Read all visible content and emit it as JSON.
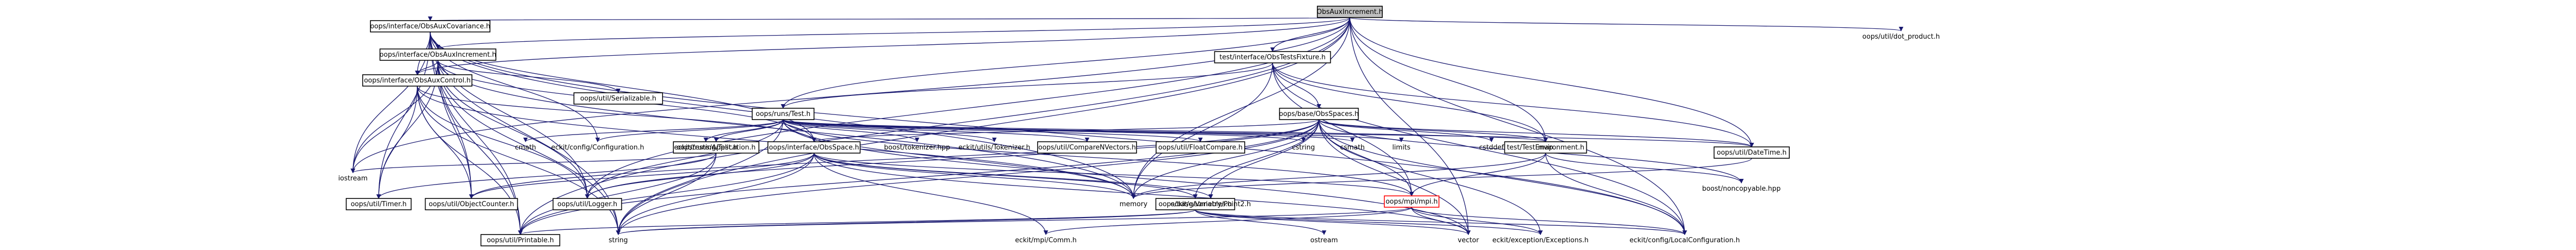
{
  "nodes": [
    {
      "id": "root",
      "label": "ObsAuxIncrement.h",
      "kind": "root"
    },
    {
      "id": "covar",
      "label": "oops/interface/ObsAuxCovariance.h",
      "kind": "box"
    },
    {
      "id": "incr",
      "label": "oops/interface/ObsAuxIncrement.h",
      "kind": "box"
    },
    {
      "id": "ctrl",
      "label": "oops/interface/ObsAuxControl.h",
      "kind": "box"
    },
    {
      "id": "fixture",
      "label": "test/interface/ObsTestsFixture.h",
      "kind": "box"
    },
    {
      "id": "runs_test",
      "label": "oops/runs/Test.h",
      "kind": "box"
    },
    {
      "id": "obsspaces",
      "label": "oops/base/ObsSpaces.h",
      "kind": "box"
    },
    {
      "id": "testenv",
      "label": "test/TestEnvironment.h",
      "kind": "box"
    },
    {
      "id": "app",
      "label": "oops/runs/Application.h",
      "kind": "box"
    },
    {
      "id": "obsspace",
      "label": "oops/interface/ObsSpace.h",
      "kind": "box"
    },
    {
      "id": "basevars",
      "label": "oops/base/Variables.h",
      "kind": "box"
    },
    {
      "id": "mpi",
      "label": "oops/mpi/mpi.h",
      "kind": "flagged"
    },
    {
      "id": "datetime",
      "label": "oops/util/DateTime.h",
      "kind": "box"
    },
    {
      "id": "dot_product",
      "label": "oops/util/dot_product.h",
      "kind": "plain"
    },
    {
      "id": "serializable",
      "label": "oops/util/Serializable.h",
      "kind": "box"
    },
    {
      "id": "cmath",
      "label": "cmath",
      "kind": "plain"
    },
    {
      "id": "config",
      "label": "eckit/config/Configuration.h",
      "kind": "plain"
    },
    {
      "id": "testing",
      "label": "eckit/testing/Test.h",
      "kind": "plain"
    },
    {
      "id": "tokenizer_hpp",
      "label": "boost/tokenizer.hpp",
      "kind": "plain"
    },
    {
      "id": "eckit_tokenizer",
      "label": "eckit/utils/Tokenizer.h",
      "kind": "plain"
    },
    {
      "id": "comparenvectors",
      "label": "oops/util/CompareNVectors.h",
      "kind": "box"
    },
    {
      "id": "floatcompare",
      "label": "oops/util/FloatCompare.h",
      "kind": "box"
    },
    {
      "id": "cstring",
      "label": "cstring",
      "kind": "plain"
    },
    {
      "id": "csmath",
      "label": "csmath",
      "kind": "plain"
    },
    {
      "id": "limits",
      "label": "limits",
      "kind": "plain"
    },
    {
      "id": "cstddef",
      "label": "cstddef",
      "kind": "plain"
    },
    {
      "id": "map",
      "label": "map",
      "kind": "plain"
    },
    {
      "id": "noncopyable",
      "label": "boost/noncopyable.hpp",
      "kind": "plain"
    },
    {
      "id": "iostream",
      "label": "iostream",
      "kind": "plain"
    },
    {
      "id": "timer",
      "label": "oops/util/Timer.h",
      "kind": "box"
    },
    {
      "id": "objcounter",
      "label": "oops/util/ObjectCounter.h",
      "kind": "box"
    },
    {
      "id": "logger",
      "label": "oops/util/Logger.h",
      "kind": "box"
    },
    {
      "id": "memory",
      "label": "memory",
      "kind": "plain"
    },
    {
      "id": "point2",
      "label": "eckit/geometry/Point2.h",
      "kind": "plain"
    },
    {
      "id": "printable",
      "label": "oops/util/Printable.h",
      "kind": "box"
    },
    {
      "id": "string",
      "label": "string",
      "kind": "plain"
    },
    {
      "id": "comm",
      "label": "eckit/mpi/Comm.h",
      "kind": "plain"
    },
    {
      "id": "ostream",
      "label": "ostream",
      "kind": "plain"
    },
    {
      "id": "vector",
      "label": "vector",
      "kind": "plain"
    },
    {
      "id": "exceptions",
      "label": "eckit/exception/Exceptions.h",
      "kind": "plain"
    },
    {
      "id": "localconfig",
      "label": "eckit/config/LocalConfiguration.h",
      "kind": "plain"
    }
  ],
  "edges": [
    [
      "root",
      "covar"
    ],
    [
      "root",
      "incr"
    ],
    [
      "root",
      "ctrl"
    ],
    [
      "root",
      "fixture"
    ],
    [
      "root",
      "runs_test"
    ],
    [
      "root",
      "datetime"
    ],
    [
      "root",
      "dot_product"
    ],
    [
      "root",
      "memory"
    ],
    [
      "root",
      "iostream"
    ],
    [
      "root",
      "logger"
    ],
    [
      "root",
      "printable"
    ],
    [
      "root",
      "string"
    ],
    [
      "root",
      "vector"
    ],
    [
      "root",
      "localconfig"
    ],
    [
      "root",
      "testenv"
    ],
    [
      "covar",
      "incr"
    ],
    [
      "covar",
      "ctrl"
    ],
    [
      "covar",
      "config"
    ],
    [
      "covar",
      "obsspace"
    ],
    [
      "covar",
      "iostream"
    ],
    [
      "covar",
      "timer"
    ],
    [
      "covar",
      "objcounter"
    ],
    [
      "covar",
      "logger"
    ],
    [
      "covar",
      "printable"
    ],
    [
      "covar",
      "string"
    ],
    [
      "covar",
      "memory"
    ],
    [
      "covar",
      "localconfig"
    ],
    [
      "incr",
      "ctrl"
    ],
    [
      "incr",
      "serializable"
    ],
    [
      "incr",
      "obsspace"
    ],
    [
      "incr",
      "iostream"
    ],
    [
      "incr",
      "timer"
    ],
    [
      "incr",
      "objcounter"
    ],
    [
      "incr",
      "logger"
    ],
    [
      "incr",
      "printable"
    ],
    [
      "incr",
      "string"
    ],
    [
      "incr",
      "memory"
    ],
    [
      "ctrl",
      "obsspace"
    ],
    [
      "ctrl",
      "iostream"
    ],
    [
      "ctrl",
      "timer"
    ],
    [
      "ctrl",
      "objcounter"
    ],
    [
      "ctrl",
      "logger"
    ],
    [
      "ctrl",
      "printable"
    ],
    [
      "ctrl",
      "string"
    ],
    [
      "ctrl",
      "memory"
    ],
    [
      "fixture",
      "runs_test"
    ],
    [
      "fixture",
      "obsspaces"
    ],
    [
      "fixture",
      "testenv"
    ],
    [
      "fixture",
      "datetime"
    ],
    [
      "fixture",
      "memory"
    ],
    [
      "fixture",
      "localconfig"
    ],
    [
      "fixture",
      "mpi"
    ],
    [
      "runs_test",
      "cmath"
    ],
    [
      "runs_test",
      "config"
    ],
    [
      "runs_test",
      "testing"
    ],
    [
      "runs_test",
      "tokenizer_hpp"
    ],
    [
      "runs_test",
      "eckit_tokenizer"
    ],
    [
      "runs_test",
      "comparenvectors"
    ],
    [
      "runs_test",
      "floatcompare"
    ],
    [
      "runs_test",
      "cstring"
    ],
    [
      "runs_test",
      "csmath"
    ],
    [
      "runs_test",
      "limits"
    ],
    [
      "runs_test",
      "app"
    ],
    [
      "runs_test",
      "logger"
    ],
    [
      "runs_test",
      "mpi"
    ],
    [
      "runs_test",
      "memory"
    ],
    [
      "runs_test",
      "string"
    ],
    [
      "runs_test",
      "vector"
    ],
    [
      "runs_test",
      "testenv"
    ],
    [
      "runs_test",
      "datetime"
    ],
    [
      "obsspaces",
      "cstddef"
    ],
    [
      "obsspaces",
      "map"
    ],
    [
      "obsspaces",
      "obsspace"
    ],
    [
      "obsspaces",
      "basevars"
    ],
    [
      "obsspaces",
      "mpi"
    ],
    [
      "obsspaces",
      "datetime"
    ],
    [
      "obsspaces",
      "logger"
    ],
    [
      "obsspaces",
      "memory"
    ],
    [
      "obsspaces",
      "vector"
    ],
    [
      "obsspaces",
      "noncopyable"
    ],
    [
      "obsspaces",
      "localconfig"
    ],
    [
      "obsspaces",
      "exceptions"
    ],
    [
      "obsspaces",
      "point2"
    ],
    [
      "obsspaces",
      "printable"
    ],
    [
      "obsspaces",
      "objcounter"
    ],
    [
      "obsspaces",
      "string"
    ],
    [
      "testenv",
      "noncopyable"
    ],
    [
      "testenv",
      "localconfig"
    ],
    [
      "testenv",
      "memory"
    ],
    [
      "testenv",
      "mpi"
    ],
    [
      "app",
      "iostream"
    ],
    [
      "app",
      "string"
    ],
    [
      "app",
      "printable"
    ],
    [
      "app",
      "timer"
    ],
    [
      "obsspace",
      "basevars"
    ],
    [
      "obsspace",
      "point2"
    ],
    [
      "obsspace",
      "objcounter"
    ],
    [
      "obsspace",
      "logger"
    ],
    [
      "obsspace",
      "memory"
    ],
    [
      "obsspace",
      "printable"
    ],
    [
      "obsspace",
      "string"
    ],
    [
      "obsspace",
      "comm"
    ],
    [
      "obsspace",
      "mpi"
    ],
    [
      "obsspace",
      "vector"
    ],
    [
      "basevars",
      "ostream"
    ],
    [
      "basevars",
      "string"
    ],
    [
      "basevars",
      "vector"
    ],
    [
      "basevars",
      "exceptions"
    ],
    [
      "basevars",
      "printable"
    ],
    [
      "basevars",
      "localconfig"
    ],
    [
      "mpi",
      "vector"
    ],
    [
      "mpi",
      "string"
    ],
    [
      "mpi",
      "exceptions"
    ],
    [
      "mpi",
      "comm"
    ],
    [
      "mpi",
      "localconfig"
    ],
    [
      "datetime",
      "memory"
    ]
  ]
}
